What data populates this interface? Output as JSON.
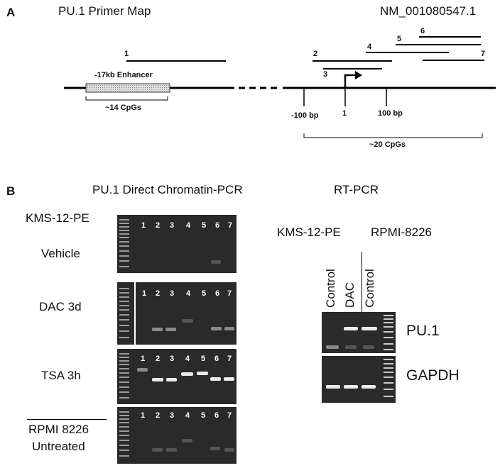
{
  "panel_a": {
    "letter": "A",
    "title": "PU.1 Primer Map",
    "accession": "NM_001080547.1",
    "enhancer_label": "-17kb Enhancer",
    "enhancer_cpg": "~14 CpGs",
    "promoter_cpg": "~20 CpGs",
    "pos_minus100": "-100 bp",
    "pos_1": "1",
    "pos_100": "100 bp",
    "primers": [
      "1",
      "2",
      "3",
      "4",
      "5",
      "6",
      "7"
    ]
  },
  "panel_b": {
    "letter": "B",
    "chip_title": "PU.1 Direct Chromatin-PCR",
    "rt_title": "RT-PCR",
    "cell_line": "KMS-12-PE",
    "rows": [
      "Vehicle",
      "DAC 3d",
      "TSA 3h"
    ],
    "rpmi_line1": "RPMI 8226",
    "rpmi_line2": "Untreated",
    "lanes": [
      "1",
      "2",
      "3",
      "4",
      "5",
      "6",
      "7"
    ],
    "rt_cell1": "KMS-12-PE",
    "rt_cell2": "RPMI-8226",
    "rt_lanes": [
      "Control",
      "DAC",
      "Control"
    ],
    "rt_gene1": "PU.1",
    "rt_gene2": "GAPDH"
  }
}
